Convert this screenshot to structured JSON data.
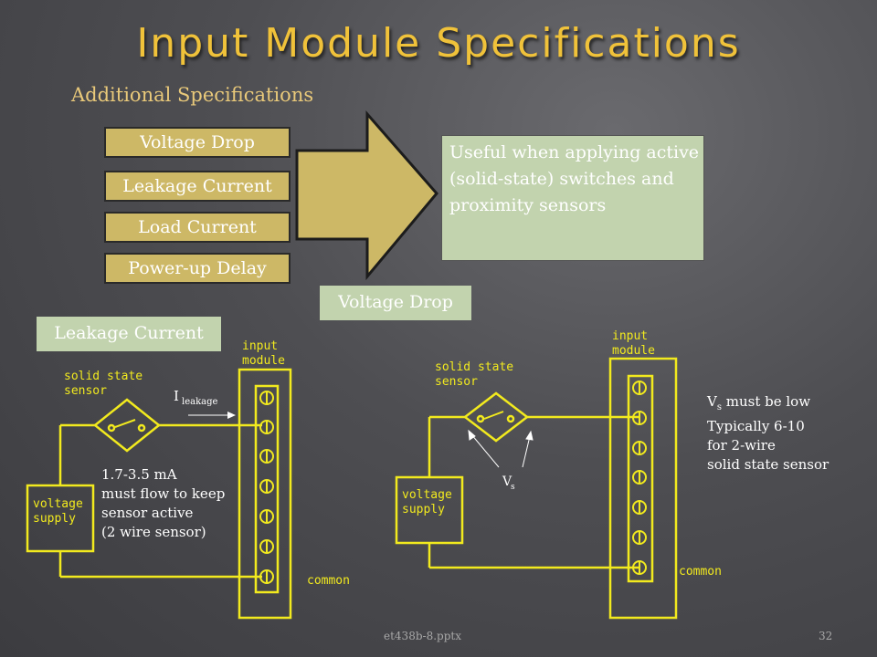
{
  "title": "Input Module Specifications",
  "subtitle": "Additional Specifications",
  "spec_items": [
    "Voltage Drop",
    "Leakage Current",
    "Load Current",
    "Power-up Delay"
  ],
  "useful_text": "Useful when applying active (solid-state) switches and proximity sensors",
  "leakage_section": {
    "tag": "Leakage Current",
    "module_label": [
      "input",
      "module"
    ],
    "sensor_label": [
      "solid state",
      "sensor"
    ],
    "supply_label": [
      "voltage",
      "supply"
    ],
    "common_label": "common",
    "current_label": "I",
    "current_subscript": "leakage",
    "note_lines": [
      "1.7-3.5 mA",
      "must flow to keep",
      "sensor active",
      "(2 wire sensor)"
    ]
  },
  "voltage_drop_section": {
    "tag": "Voltage Drop",
    "module_label": [
      "input",
      "module"
    ],
    "sensor_label": [
      "solid state",
      "sensor"
    ],
    "supply_label": [
      "voltage",
      "supply"
    ],
    "common_label": "common",
    "vs_label": "V",
    "vs_subscript": "s",
    "note_prefix": "V",
    "note_subscript": "s",
    "note_first_rest": " must be low",
    "note_lines": [
      "Typically 6-10",
      "for 2-wire",
      "solid state sensor"
    ]
  },
  "footer": {
    "file": "et438b-8.pptx",
    "page": "32"
  },
  "colors": {
    "title": "#f0c23a",
    "spec_box": "#cdb866",
    "tag_box": "#c2d3ae",
    "wire": "#f2ea1e"
  },
  "icons": [
    "arrow-right-icon",
    "switch-icon",
    "terminal-icon"
  ]
}
